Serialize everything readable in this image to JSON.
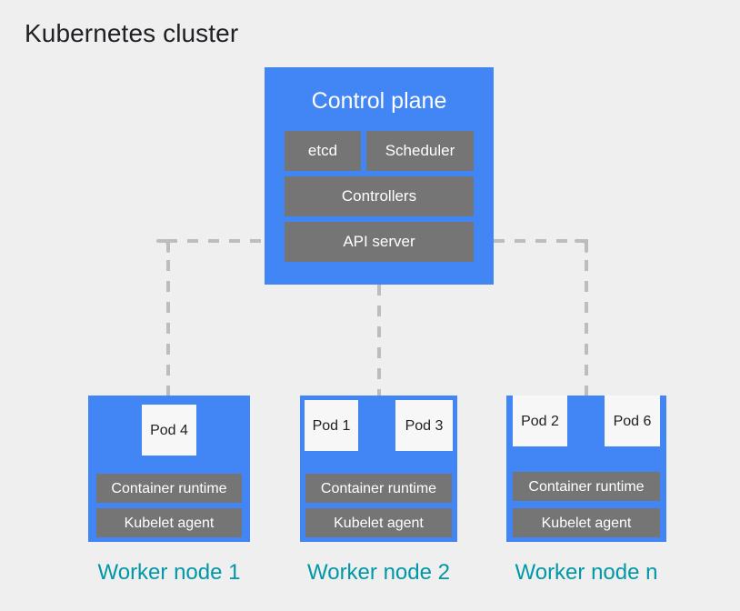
{
  "title": "Kubernetes cluster",
  "colors": {
    "background": "#efefef",
    "node_blue": "#4285f4",
    "component_gray": "#757575",
    "pod_white": "#f7f7f7",
    "caption_teal": "#0097a7",
    "connector_gray": "#bdbdbd",
    "title_text": "#202124"
  },
  "control_plane": {
    "title": "Control plane",
    "components": [
      {
        "label": "etcd"
      },
      {
        "label": "Scheduler"
      },
      {
        "label": "Controllers"
      },
      {
        "label": "API server"
      }
    ]
  },
  "worker_nodes": [
    {
      "caption": "Worker node 1",
      "pods": [
        {
          "label": "Pod 4"
        }
      ],
      "runtime": "Container runtime",
      "kubelet": "Kubelet agent"
    },
    {
      "caption": "Worker node 2",
      "pods": [
        {
          "label": "Pod 1"
        },
        {
          "label": "Pod 3"
        }
      ],
      "runtime": "Container runtime",
      "kubelet": "Kubelet agent"
    },
    {
      "caption": "Worker node n",
      "pods": [
        {
          "label": "Pod 2"
        },
        {
          "label": "Pod 6"
        }
      ],
      "runtime": "Container runtime",
      "kubelet": "Kubelet agent"
    }
  ],
  "connectors": {
    "style": "dashed",
    "color": "#bdbdbd",
    "width": 4,
    "description": "API server bus links the control plane to every worker node"
  }
}
